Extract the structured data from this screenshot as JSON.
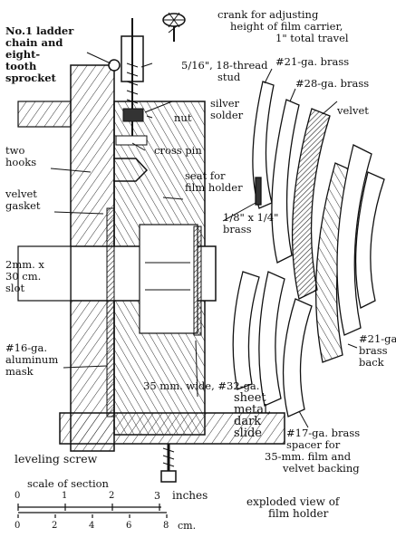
{
  "labels": {
    "ladder_chain": [
      "No.1 ladder",
      "chain and",
      "eight-",
      "tooth",
      "sprocket"
    ],
    "crank": [
      "crank for adjusting",
      "height of film carrier,",
      "1\" total travel"
    ],
    "stud": [
      "5/16\", 18-thread",
      "stud"
    ],
    "silver_solder": [
      "silver",
      "solder"
    ],
    "nut": "nut",
    "cross_pin": "cross pin",
    "seat": [
      "seat for",
      "film holder"
    ],
    "two_hooks": [
      "two",
      "hooks"
    ],
    "velvet_gasket": [
      "velvet",
      "gasket"
    ],
    "slot": [
      "2mm. x",
      "30 cm.",
      "slot"
    ],
    "aluminum_mask": [
      "#16-ga.",
      "aluminum",
      "mask"
    ],
    "brass_21_top": "#21-ga. brass",
    "brass_28": "#28-ga. brass",
    "velvet": "velvet",
    "brass_strip": [
      "1/8\" x 1/4\"",
      "brass"
    ],
    "brass_back": [
      "#21-ga",
      "brass",
      "back"
    ],
    "dark_slide": [
      "35 mm. wide, #32-ga.",
      "sheet",
      "metal,",
      "dark",
      "slide"
    ],
    "spacer": [
      "#17-ga. brass",
      "spacer for",
      "35-mm. film and",
      "velvet backing"
    ],
    "leveling_screw": "leveling screw",
    "scale_title": "scale of section",
    "scale_inches": [
      "0",
      "1",
      "2",
      "3",
      "inches"
    ],
    "scale_cm": [
      "0",
      "2",
      "4",
      "6",
      "8",
      "cm."
    ],
    "exploded_view": [
      "exploded view of",
      "film holder"
    ]
  }
}
